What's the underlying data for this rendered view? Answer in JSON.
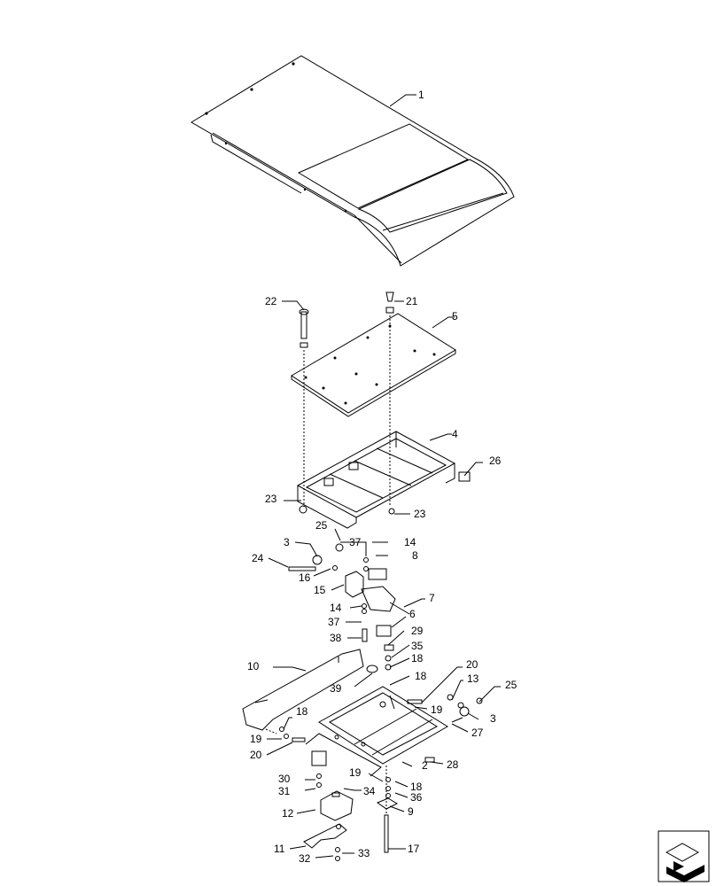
{
  "callouts": [
    "1",
    "2",
    "3",
    "4",
    "5",
    "6",
    "7",
    "8",
    "9",
    "10",
    "11",
    "12",
    "13",
    "14",
    "15",
    "16",
    "17",
    "18",
    "19",
    "20",
    "21",
    "22",
    "23",
    "24",
    "25",
    "26",
    "27",
    "28",
    "29",
    "30",
    "31",
    "32",
    "33",
    "34",
    "35",
    "36",
    "37",
    "38",
    "39"
  ],
  "icons": {
    "nav": "arrow-corner-icon"
  }
}
